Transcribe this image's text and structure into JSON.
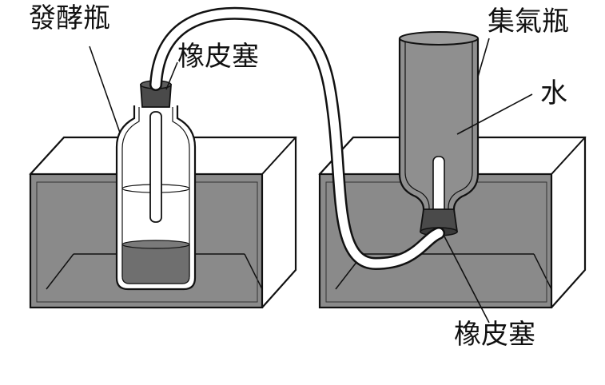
{
  "labels": {
    "fermentation_bottle": "發酵瓶",
    "stopper_left": "橡皮塞",
    "gas_collecting_bottle": "集氣瓶",
    "water": "水",
    "stopper_bottom": "橡皮塞"
  },
  "colors": {
    "water": "#8a8a8a",
    "liquid": "#6f6f6f",
    "stopper": "#4a4a4a",
    "line": "#111111"
  }
}
